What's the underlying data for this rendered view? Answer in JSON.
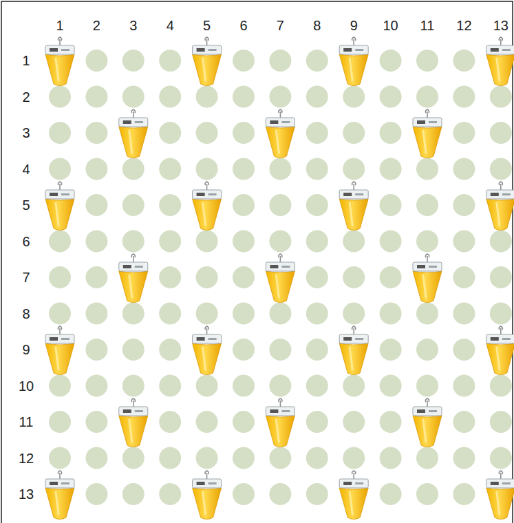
{
  "diagram": {
    "labels": [
      "1",
      "2",
      "3",
      "4",
      "5",
      "6",
      "7",
      "8",
      "9",
      "10",
      "11",
      "12",
      "13",
      "1",
      "2",
      "3",
      "4",
      "5",
      "6",
      "7",
      "8",
      "9",
      "10",
      "11",
      "12",
      "13"
    ]
  }
}
